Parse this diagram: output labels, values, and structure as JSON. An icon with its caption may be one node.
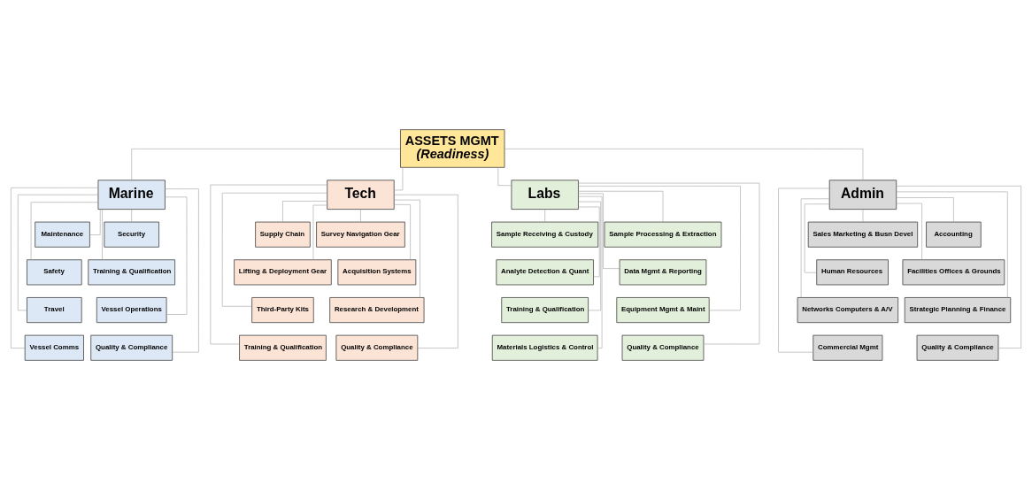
{
  "diagram": {
    "nodes": [
      {
        "text": [
          "ASSETS MGMT",
          "(Readiness)"
        ]
      },
      {
        "text": [
          "Marine"
        ]
      },
      {
        "text": [
          "Tech"
        ]
      },
      {
        "text": [
          "Labs"
        ]
      },
      {
        "text": [
          "Admin"
        ]
      },
      {
        "text": [
          "Maintenance"
        ]
      },
      {
        "text": [
          "Security"
        ]
      },
      {
        "text": [
          "Safety"
        ]
      },
      {
        "text": [
          "Training & Qualification"
        ]
      },
      {
        "text": [
          "Travel"
        ]
      },
      {
        "text": [
          "Vessel Operations"
        ]
      },
      {
        "text": [
          "Vessel Comms"
        ]
      },
      {
        "text": [
          "Quality & Compliance"
        ]
      },
      {
        "text": [
          "Supply Chain"
        ]
      },
      {
        "text": [
          "Survey Navigation Gear"
        ]
      },
      {
        "text": [
          "Lifting & Deployment Gear"
        ]
      },
      {
        "text": [
          "Acquisition Systems"
        ]
      },
      {
        "text": [
          "Third-Party Kits"
        ]
      },
      {
        "text": [
          "Research & Development"
        ]
      },
      {
        "text": [
          "Training & Qualification"
        ]
      },
      {
        "text": [
          "Quality & Compliance"
        ]
      },
      {
        "text": [
          "Sample Receiving & Custody"
        ]
      },
      {
        "text": [
          "Sample Processing & Extraction"
        ]
      },
      {
        "text": [
          "Analyte Detection & Quant"
        ]
      },
      {
        "text": [
          "Data Mgmt & Reporting"
        ]
      },
      {
        "text": [
          "Training & Qualification"
        ]
      },
      {
        "text": [
          "Equipment Mgmt & Maint"
        ]
      },
      {
        "text": [
          "Materials Logistics & Control"
        ]
      },
      {
        "text": [
          "Quality & Compliance"
        ]
      },
      {
        "text": [
          "Sales Marketing & Busn Devel"
        ]
      },
      {
        "text": [
          "Accounting"
        ]
      },
      {
        "text": [
          "Human Resources"
        ]
      },
      {
        "text": [
          "Facilities Offices & Grounds"
        ]
      },
      {
        "text": [
          "Networks Computers & A/V"
        ]
      },
      {
        "text": [
          "Strategic Planning & Finance"
        ]
      },
      {
        "text": [
          "Commercial Mgmt"
        ]
      },
      {
        "text": [
          "Quality & Compliance"
        ]
      }
    ],
    "edges": [
      {
        "from": 0,
        "to": 1,
        "arrow": "none"
      },
      {
        "from": 0,
        "to": 2,
        "arrow": "none"
      },
      {
        "from": 0,
        "to": 3,
        "arrow": "none"
      },
      {
        "from": 0,
        "to": 4,
        "arrow": "none"
      },
      {
        "from": 1,
        "to": 5,
        "arrow": "none"
      },
      {
        "from": 1,
        "to": 6,
        "arrow": "none"
      },
      {
        "from": 1,
        "to": 7,
        "arrow": "none"
      },
      {
        "from": 1,
        "to": 8,
        "arrow": "none"
      },
      {
        "from": 1,
        "to": 9,
        "arrow": "none"
      },
      {
        "from": 1,
        "to": 10,
        "arrow": "none"
      },
      {
        "from": 1,
        "to": 11,
        "arrow": "none"
      },
      {
        "from": 1,
        "to": 12,
        "arrow": "none"
      },
      {
        "from": 2,
        "to": 13,
        "arrow": "none"
      },
      {
        "from": 2,
        "to": 14,
        "arrow": "none"
      },
      {
        "from": 2,
        "to": 15,
        "arrow": "none"
      },
      {
        "from": 2,
        "to": 16,
        "arrow": "none"
      },
      {
        "from": 2,
        "to": 17,
        "arrow": "none"
      },
      {
        "from": 2,
        "to": 18,
        "arrow": "none"
      },
      {
        "from": 2,
        "to": 19,
        "arrow": "none"
      },
      {
        "from": 2,
        "to": 20,
        "arrow": "none"
      },
      {
        "from": 3,
        "to": 21,
        "arrow": "none"
      },
      {
        "from": 3,
        "to": 22,
        "arrow": "none"
      },
      {
        "from": 3,
        "to": 23,
        "arrow": "none"
      },
      {
        "from": 3,
        "to": 24,
        "arrow": "none"
      },
      {
        "from": 3,
        "to": 25,
        "arrow": "none"
      },
      {
        "from": 3,
        "to": 26,
        "arrow": "none"
      },
      {
        "from": 3,
        "to": 27,
        "arrow": "none"
      },
      {
        "from": 3,
        "to": 28,
        "arrow": "none"
      },
      {
        "from": 4,
        "to": 29,
        "arrow": "none"
      },
      {
        "from": 4,
        "to": 30,
        "arrow": "none"
      },
      {
        "from": 4,
        "to": 31,
        "arrow": "none"
      },
      {
        "from": 4,
        "to": 32,
        "arrow": "none"
      },
      {
        "from": 4,
        "to": 33,
        "arrow": "none"
      },
      {
        "from": 4,
        "to": 34,
        "arrow": "none"
      },
      {
        "from": 4,
        "to": 35,
        "arrow": "none"
      },
      {
        "from": 4,
        "to": 36,
        "arrow": "none"
      }
    ]
  }
}
